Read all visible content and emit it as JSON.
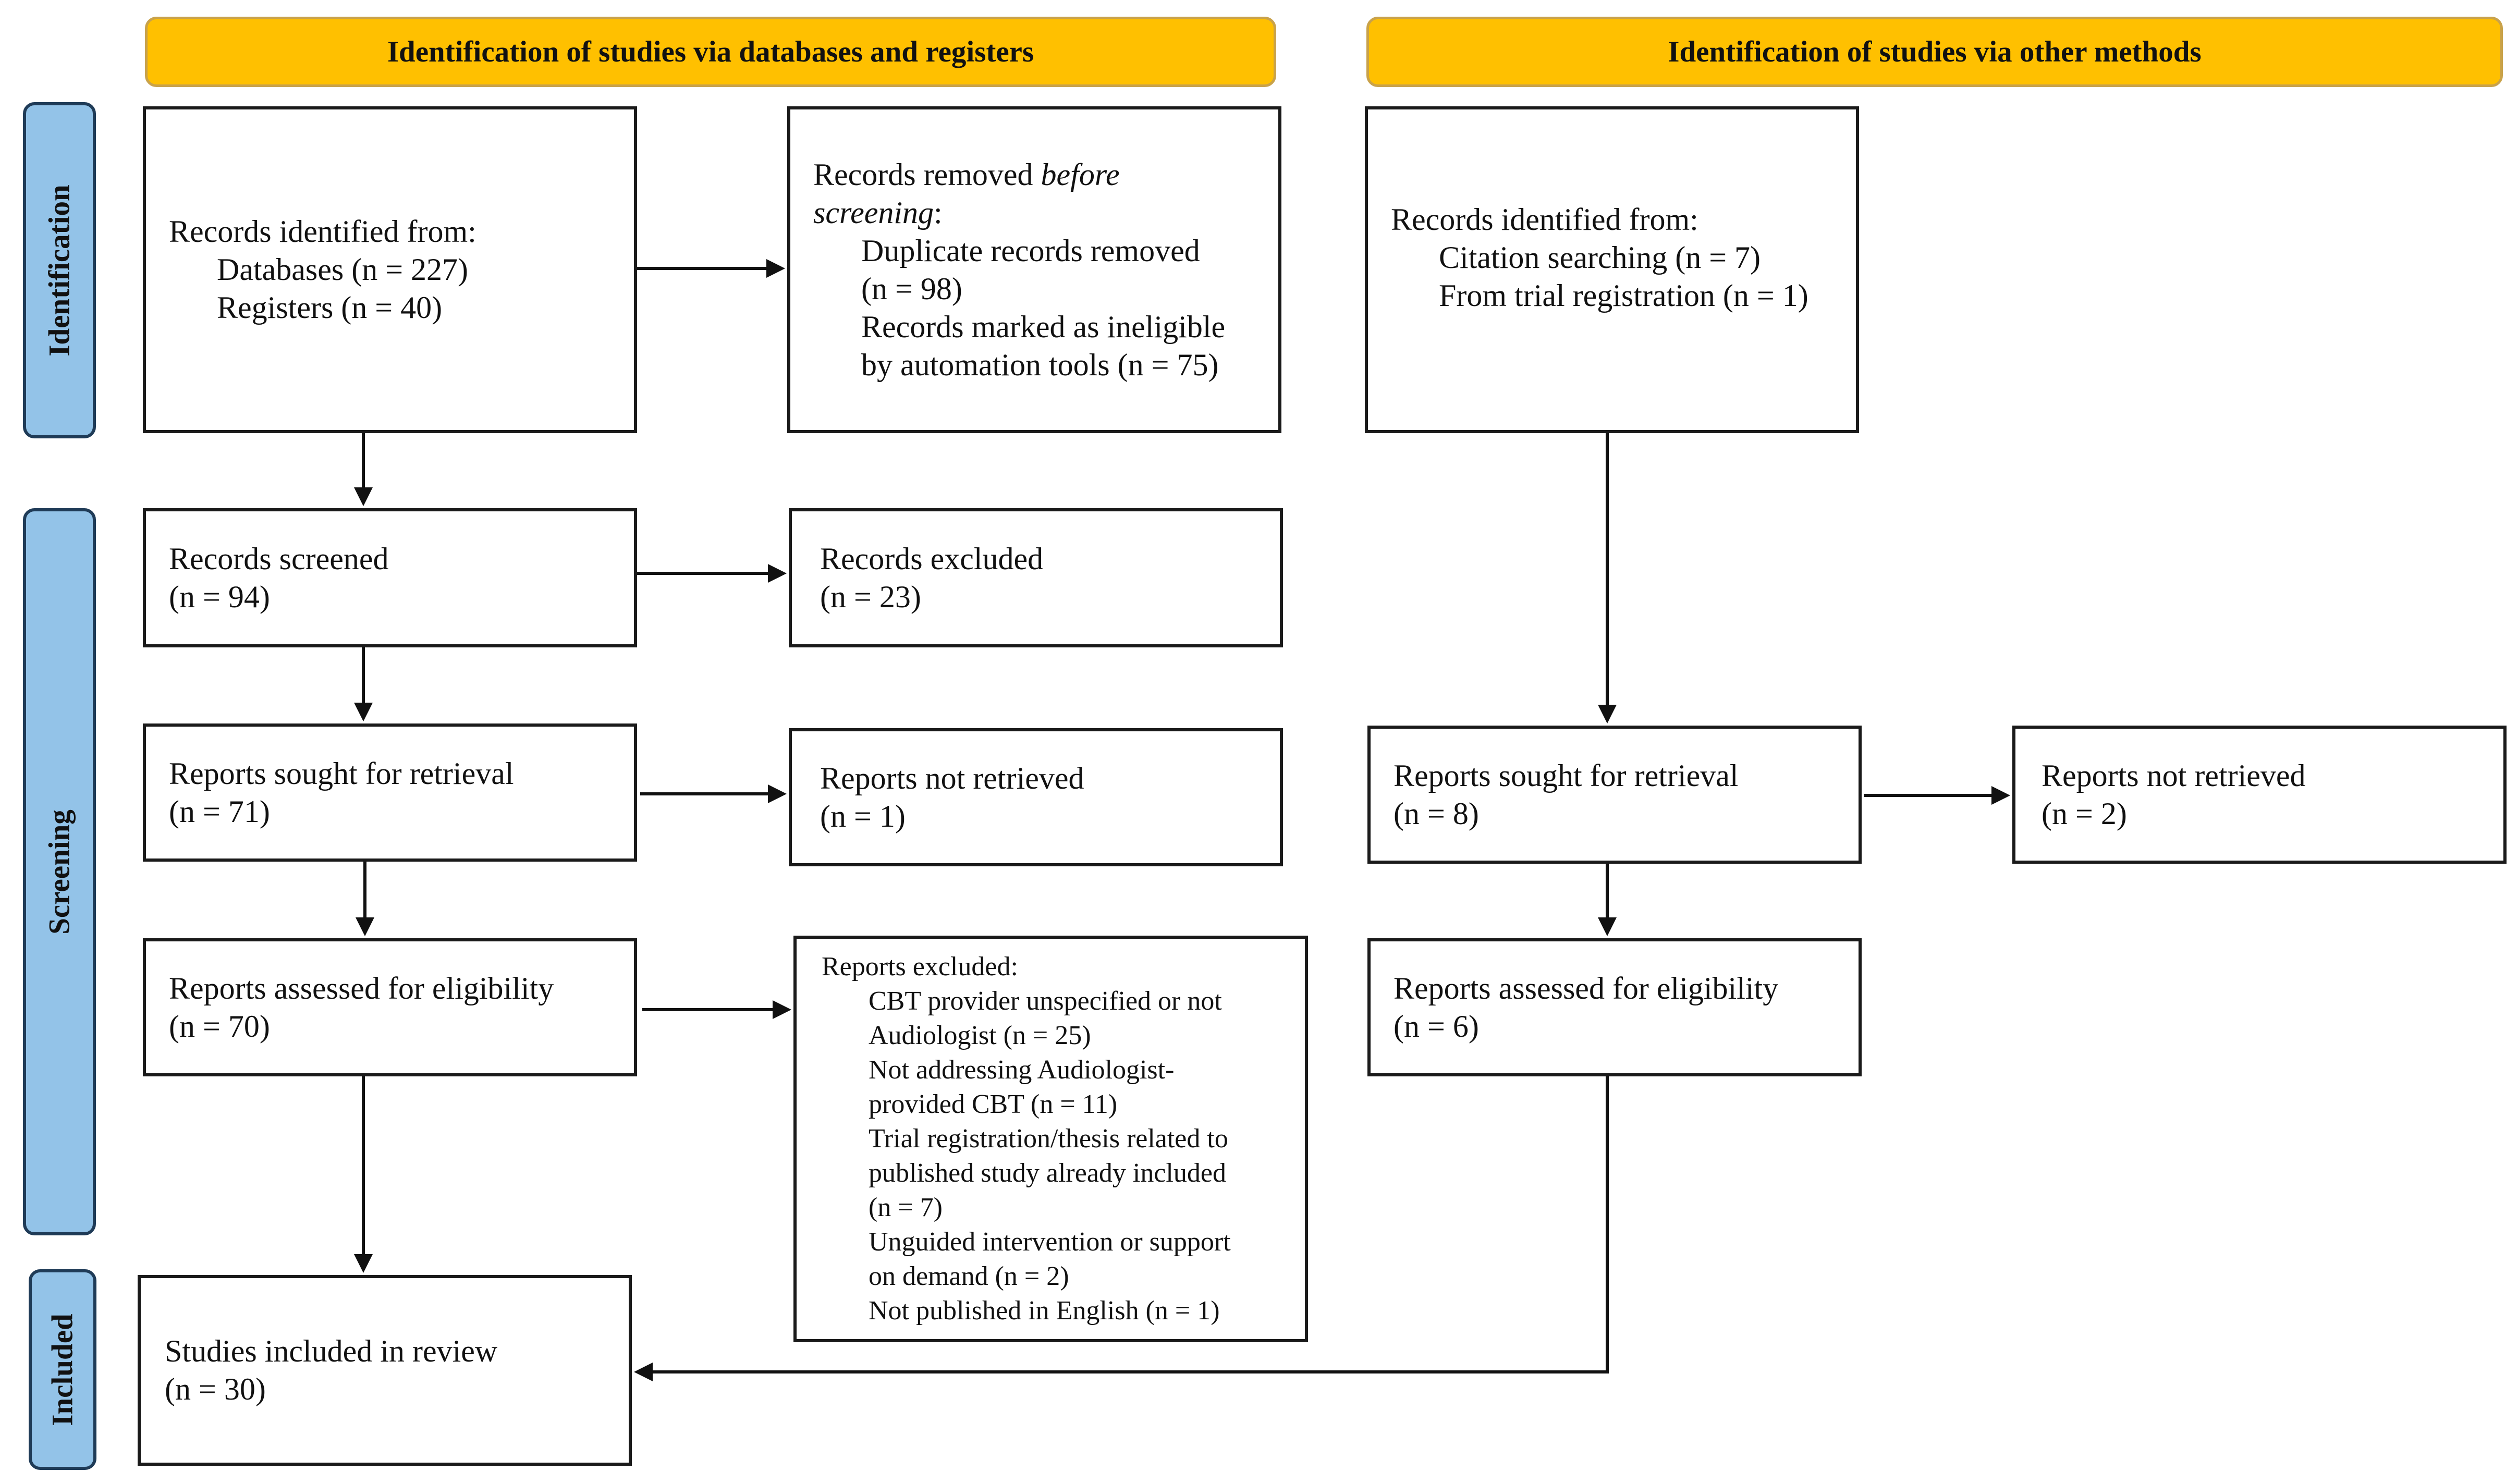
{
  "headers": {
    "databases": "Identification of studies via databases and registers",
    "other": "Identification of studies via other methods"
  },
  "phases": {
    "identification": "Identification",
    "screening": "Screening",
    "included": "Included"
  },
  "left": {
    "identified": {
      "title": "Records identified from:",
      "databases": "Databases (n = 227)",
      "registers": "Registers (n = 40)"
    },
    "removed": {
      "title_prefix": "Records removed ",
      "title_italic_1": "before",
      "title_italic_2": "screening",
      "title_suffix": ":",
      "duplicates_1": "Duplicate records removed",
      "duplicates_2": "(n = 98)",
      "ineligible_1": "Records marked as ineligible",
      "ineligible_2": "by automation tools (n = 75)"
    },
    "screened": {
      "title": "Records screened",
      "count": "(n = 94)"
    },
    "excluded": {
      "title": "Records excluded",
      "count": "(n = 23)"
    },
    "sought": {
      "title": "Reports sought for retrieval",
      "count": "(n = 71)"
    },
    "not_retrieved": {
      "title": "Reports not retrieved",
      "count": "(n = 1)"
    },
    "assessed": {
      "title": "Reports assessed for eligibility",
      "count": "(n = 70)"
    },
    "reports_excluded": {
      "title": "Reports excluded:",
      "lines": [
        "CBT provider unspecified or not",
        "Audiologist (n = 25)",
        "Not addressing Audiologist-",
        "provided CBT (n = 11)",
        "Trial registration/thesis related to",
        "published study already included",
        "(n = 7)",
        "Unguided intervention or support",
        "on demand (n = 2)",
        "Not published in English (n = 1)"
      ]
    },
    "included": {
      "title": "Studies included in review",
      "count": "(n = 30)"
    }
  },
  "right": {
    "identified": {
      "title": "Records identified from:",
      "citation": "Citation searching (n = 7)",
      "trial": "From trial registration (n = 1)"
    },
    "sought": {
      "title": "Reports sought for retrieval",
      "count": "(n = 8)"
    },
    "not_retrieved": {
      "title": "Reports not retrieved",
      "count": "(n = 2)"
    },
    "assessed": {
      "title": "Reports assessed for eligibility",
      "count": "(n = 6)"
    }
  }
}
